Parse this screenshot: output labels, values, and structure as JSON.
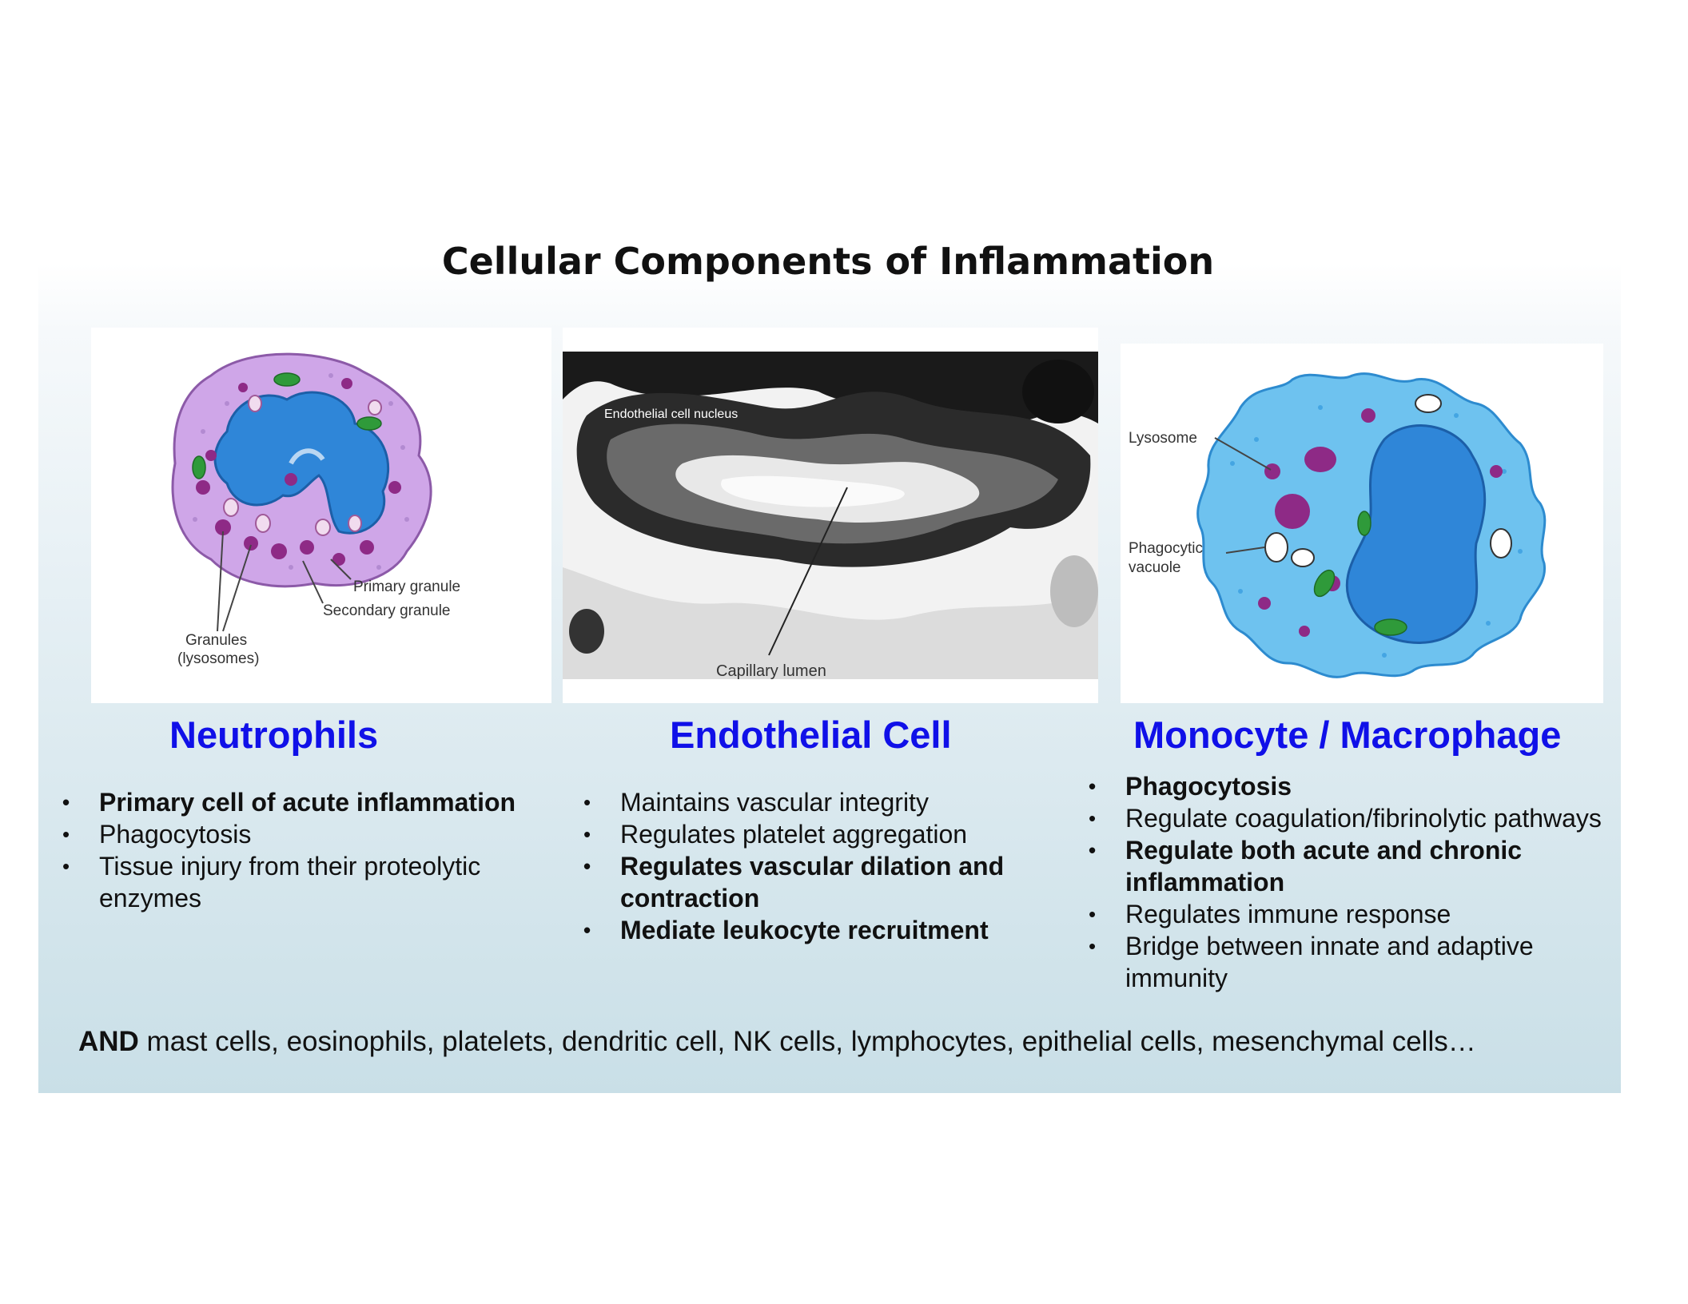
{
  "title": "Cellular Components of Inflammation",
  "panels": [
    {
      "heading": "Neutrophils",
      "image_labels": [
        "Primary granule",
        "Secondary granule",
        "Granules",
        "(lysosomes)"
      ],
      "bullets": [
        {
          "text": "Primary cell of acute inflammation",
          "bold": true
        },
        {
          "text": "Phagocytosis",
          "bold": false
        },
        {
          "text": "Tissue injury from their proteolytic enzymes",
          "bold": false
        }
      ]
    },
    {
      "heading": "Endothelial Cell",
      "image_labels": [
        "Endothelial cell nucleus",
        "Capillary lumen"
      ],
      "bullets": [
        {
          "text": "Maintains vascular integrity",
          "bold": false
        },
        {
          "text": "Regulates platelet aggregation",
          "bold": false
        },
        {
          "text": "Regulates vascular dilation and contraction",
          "bold": true
        },
        {
          "text": "Mediate leukocyte recruitment",
          "bold": true
        }
      ]
    },
    {
      "heading": "Monocyte / Macrophage",
      "image_labels": [
        "Lysosome",
        "Phagocytic",
        "vacuole"
      ],
      "bullets": [
        {
          "text": "Phagocytosis",
          "bold": true
        },
        {
          "text": "Regulate coagulation/fibrinolytic pathways",
          "bold": false
        },
        {
          "text": "Regulate both acute and chronic inflammation",
          "bold": true
        },
        {
          "text": "Regulates immune response",
          "bold": false
        },
        {
          "text": "Bridge between innate and adaptive immunity",
          "bold": false
        }
      ]
    }
  ],
  "footer": {
    "lead": "AND",
    "text": " mast cells, eosinophils, platelets, dendritic cell, NK cells, lymphocytes, epithelial cells, mesenchymal cells…"
  },
  "colors": {
    "heading": "#1010e8",
    "neutrophil_cytoplasm": "#cfa6e8",
    "nucleus": "#2f86d8",
    "granule": "#8e2a86",
    "macrophage_cytoplasm": "#6ec2ef"
  }
}
